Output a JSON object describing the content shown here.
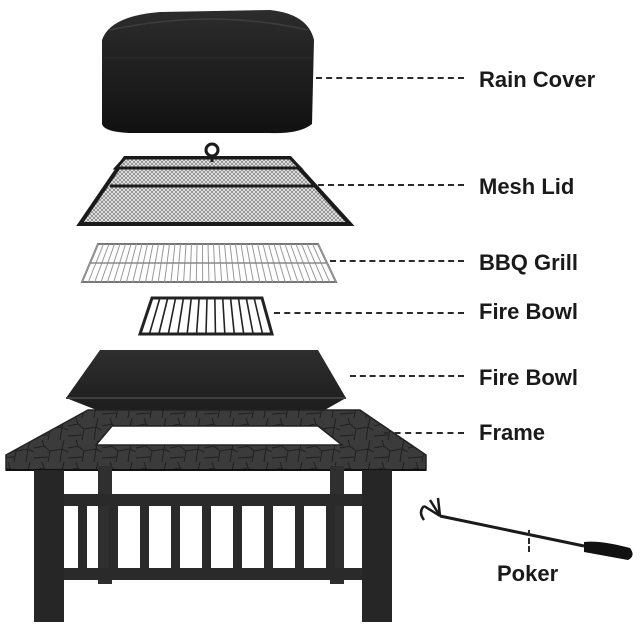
{
  "diagram": {
    "parts": [
      {
        "id": "rain-cover",
        "label": "Rain Cover"
      },
      {
        "id": "mesh-lid",
        "label": "Mesh Lid"
      },
      {
        "id": "bbq-grill",
        "label": "BBQ Grill"
      },
      {
        "id": "fire-grate",
        "label": "Fire Bowl"
      },
      {
        "id": "fire-bowl",
        "label": "Fire Bowl"
      },
      {
        "id": "frame",
        "label": "Frame"
      },
      {
        "id": "poker",
        "label": "Poker"
      }
    ]
  }
}
